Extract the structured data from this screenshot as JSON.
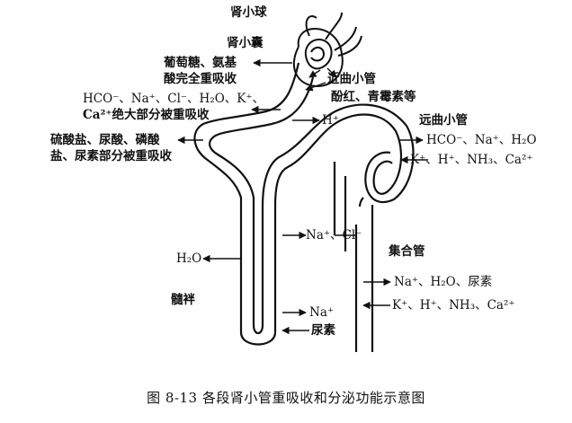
{
  "labels": {
    "glomerulus": "肾小球",
    "capsule": "肾小囊",
    "pct_reabs_1": "葡萄糖、氨基",
    "pct_reabs_2": "酸完全重吸收",
    "pct": "近曲小管",
    "pct_secrete": "酚红、青霉素等",
    "pct_ions_1": "HCO⁻、Na⁺、Cl⁻、H₂O、K⁺、",
    "pct_ions_2": "Ca²⁺绝大部分被重吸收",
    "pct_h": "H⁺",
    "dct": "远曲小管",
    "pct_partial_1": "硫酸盐、尿酸、磷酸",
    "pct_partial_2": "盐、尿素部分被重吸收",
    "dct_reabs": "HCO⁻、Na⁺、H₂O",
    "dct_secrete": "K⁺、H⁺、NH₃、Ca²⁺",
    "asc_ions": "Na⁺、Cl⁻",
    "collecting_duct": "集合管",
    "desc_water": "H₂O",
    "cd_reabs": "Na⁺、H₂O、尿素",
    "loop": "髓袢",
    "cd_secrete": "K⁺、H⁺、NH₃、Ca²⁺",
    "thin_na": "Na⁺",
    "thin_urea": "尿素"
  },
  "caption": "图 8-13    各段肾小管重吸收和分泌功能示意图"
}
